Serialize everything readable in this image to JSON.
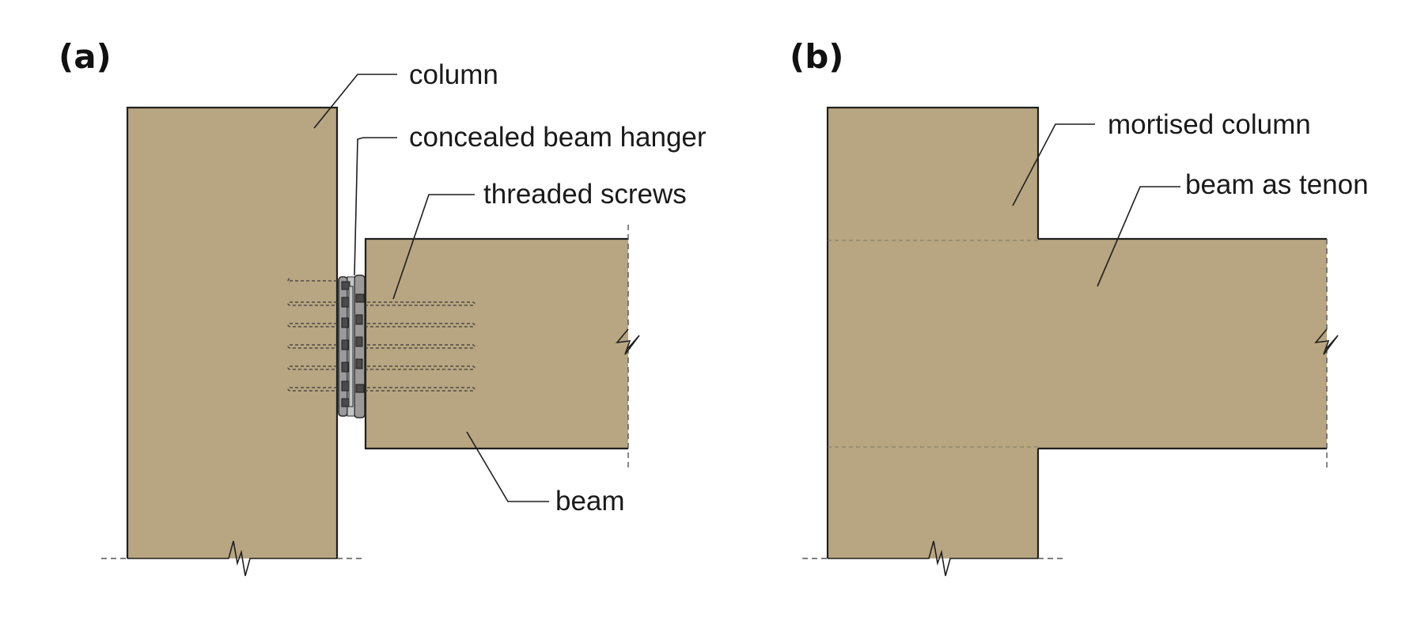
{
  "panel_a": {
    "tag": "(a)",
    "labels": {
      "column": "column",
      "hanger": "concealed beam hanger",
      "screws": "threaded screws",
      "beam": "beam"
    }
  },
  "panel_b": {
    "tag": "(b)",
    "labels": {
      "column": "mortised column",
      "beam": "beam as tenon"
    }
  },
  "colors": {
    "timber": "#b7a681",
    "outline": "#1f1f1f",
    "hanger_metal": "#9a9a9a"
  }
}
